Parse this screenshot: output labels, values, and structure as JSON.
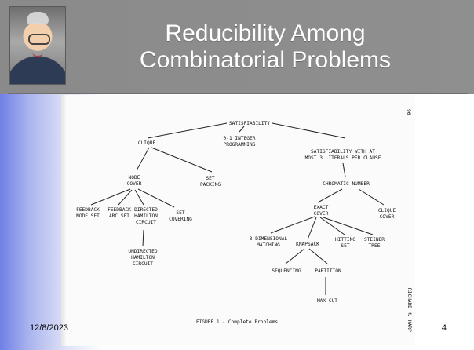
{
  "slide": {
    "title_line1": "Reducibility Among",
    "title_line2": "Combinatorial Problems",
    "date": "12/8/2023",
    "slide_number": "4"
  },
  "figure": {
    "page_number": "96",
    "caption": "FIGURE 1 - Complete Problems",
    "author_vertical": "RICHARD M. KARP",
    "nodes": {
      "satisfiability": "SATISFIABILITY",
      "clique": "CLIQUE",
      "integer_programming_line1": "0-1 INTEGER",
      "integer_programming_line2": "PROGRAMMING",
      "sat3_line1": "SATISFIABILITY WITH AT",
      "sat3_line2": "MOST 3 LITERALS PER CLAUSE",
      "node_cover_line1": "NODE",
      "node_cover_line2": "COVER",
      "set_packing_line1": "SET",
      "set_packing_line2": "PACKING",
      "chromatic_number": "CHROMATIC NUMBER",
      "feedback_node_set_line1": "FEEDBACK",
      "feedback_node_set_line2": "NODE SET",
      "feedback_arc_set_line1": "FEEDBACK",
      "feedback_arc_set_line2": "ARC SET",
      "directed_hamilton_line1": "DIRECTED",
      "directed_hamilton_line2": "HAMILTON",
      "directed_hamilton_line3": "CIRCUIT",
      "set_covering_line1": "SET",
      "set_covering_line2": "COVERING",
      "undirected_hamilton_line1": "UNDIRECTED",
      "undirected_hamilton_line2": "HAMILTON",
      "undirected_hamilton_line3": "CIRCUIT",
      "exact_cover_line1": "EXACT",
      "exact_cover_line2": "COVER",
      "clique_cover_line1": "CLIQUE",
      "clique_cover_line2": "COVER",
      "three_dim_matching_line1": "3-DIMENSIONAL",
      "three_dim_matching_line2": "MATCHING",
      "knapsack": "KNAPSACK",
      "hitting_set_line1": "HITTING",
      "hitting_set_line2": "SET",
      "steiner_tree_line1": "STEINER",
      "steiner_tree_line2": "TREE",
      "sequencing": "SEQUENCING",
      "partition": "PARTITION",
      "max_cut": "MAX CUT"
    }
  }
}
